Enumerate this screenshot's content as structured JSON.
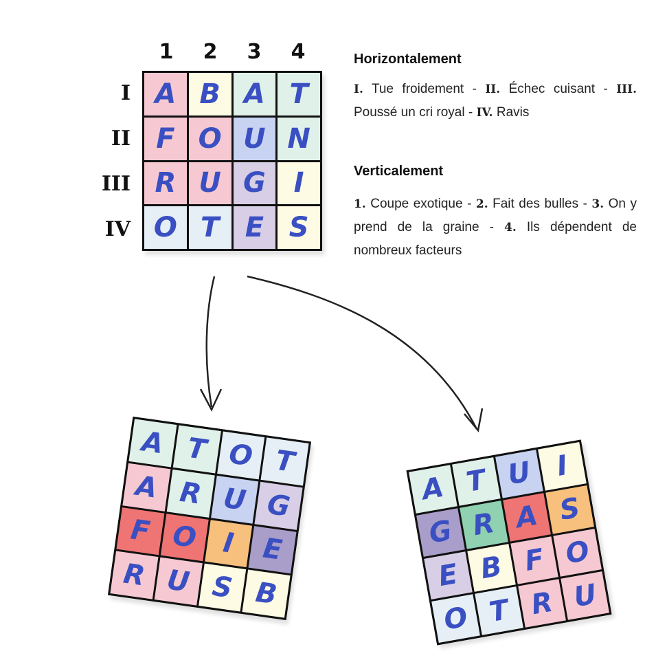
{
  "column_headers": [
    "1",
    "2",
    "3",
    "4"
  ],
  "row_headers": [
    "I",
    "II",
    "III",
    "IV"
  ],
  "colors": {
    "pink": "#f6c9d2",
    "cream": "#fdfbe4",
    "teal": "#e0f1ea",
    "blue": "#c8d3f2",
    "lavender": "#d8cfe6",
    "lightblue": "#e6eff5",
    "red": "#ef7474",
    "orange": "#f8c07d",
    "purple": "#a99ec9",
    "green": "#8fd1b0",
    "ink": "#3a4fc2"
  },
  "main_grid": {
    "letters": [
      [
        "A",
        "B",
        "A",
        "T"
      ],
      [
        "F",
        "O",
        "U",
        "N"
      ],
      [
        "R",
        "U",
        "G",
        "I"
      ],
      [
        "O",
        "T",
        "E",
        "S"
      ]
    ],
    "colors": [
      [
        "pink",
        "cream",
        "teal",
        "teal"
      ],
      [
        "pink",
        "pink",
        "blue",
        "teal"
      ],
      [
        "pink",
        "pink",
        "lavender",
        "cream"
      ],
      [
        "lightblue",
        "lightblue",
        "lavender",
        "cream"
      ]
    ]
  },
  "left_grid": {
    "letters": [
      [
        "A",
        "T",
        "O",
        "T"
      ],
      [
        "A",
        "R",
        "U",
        "G"
      ],
      [
        "F",
        "O",
        "I",
        "E"
      ],
      [
        "R",
        "U",
        "S",
        "B"
      ]
    ],
    "colors": [
      [
        "teal",
        "teal",
        "lightblue",
        "lightblue"
      ],
      [
        "pink",
        "teal",
        "blue",
        "lavender"
      ],
      [
        "red",
        "red",
        "orange",
        "purple"
      ],
      [
        "pink",
        "pink",
        "cream",
        "cream"
      ]
    ]
  },
  "right_grid": {
    "letters": [
      [
        "A",
        "T",
        "U",
        "I"
      ],
      [
        "G",
        "R",
        "A",
        "S"
      ],
      [
        "E",
        "B",
        "F",
        "O"
      ],
      [
        "O",
        "T",
        "R",
        "U"
      ]
    ],
    "colors": [
      [
        "teal",
        "teal",
        "blue",
        "cream"
      ],
      [
        "purple",
        "green",
        "red",
        "orange"
      ],
      [
        "lavender",
        "cream",
        "pink",
        "pink"
      ],
      [
        "lightblue",
        "lightblue",
        "pink",
        "pink"
      ]
    ]
  },
  "clues": {
    "horizontal_title": "Horizontalement",
    "horizontal": [
      {
        "num": "I.",
        "text": " Tue froidement - "
      },
      {
        "num": "II.",
        "text": " Échec cuisant - "
      },
      {
        "num": "III.",
        "text": " Poussé un cri royal - "
      },
      {
        "num": "IV.",
        "text": " Ravis"
      }
    ],
    "vertical_title": "Verticalement",
    "vertical": [
      {
        "num": "1.",
        "text": " Coupe exotique - "
      },
      {
        "num": "2.",
        "text": " Fait des bulles - "
      },
      {
        "num": "3.",
        "text": " On y prend de la graine - "
      },
      {
        "num": "4.",
        "text": " Ils dépendent de nombreux facteurs"
      }
    ]
  }
}
